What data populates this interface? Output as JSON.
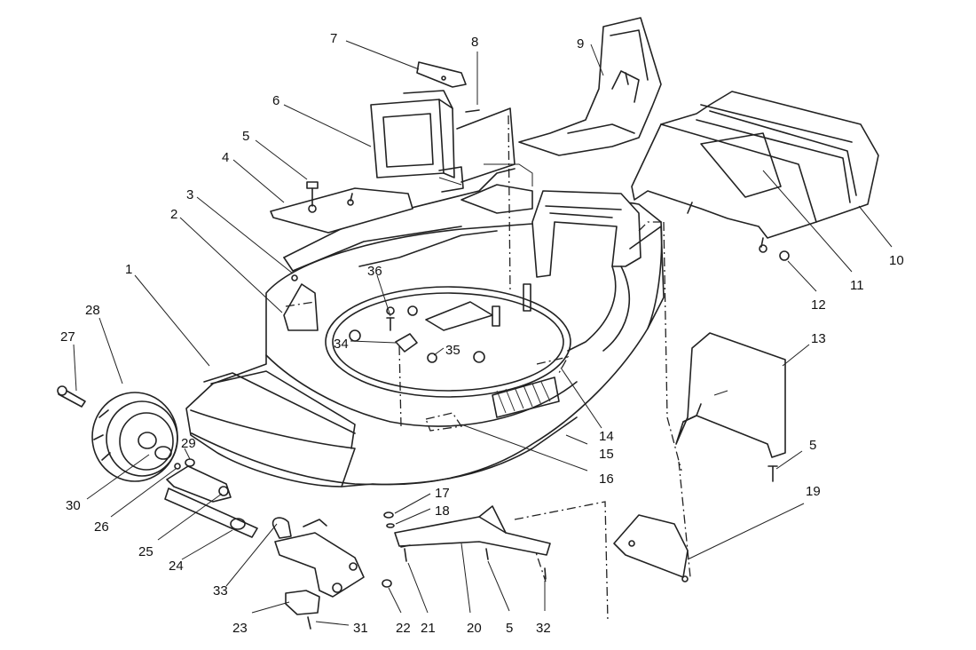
{
  "diagram": {
    "callouts": [
      {
        "id": "c1",
        "label": "1"
      },
      {
        "id": "c2",
        "label": "2"
      },
      {
        "id": "c3",
        "label": "3"
      },
      {
        "id": "c4",
        "label": "4"
      },
      {
        "id": "c5a",
        "label": "5"
      },
      {
        "id": "c6",
        "label": "6"
      },
      {
        "id": "c7",
        "label": "7"
      },
      {
        "id": "c8",
        "label": "8"
      },
      {
        "id": "c9",
        "label": "9"
      },
      {
        "id": "c10",
        "label": "10"
      },
      {
        "id": "c11",
        "label": "11"
      },
      {
        "id": "c12",
        "label": "12"
      },
      {
        "id": "c13",
        "label": "13"
      },
      {
        "id": "c14",
        "label": "14"
      },
      {
        "id": "c15",
        "label": "15"
      },
      {
        "id": "c16",
        "label": "16"
      },
      {
        "id": "c5b",
        "label": "5"
      },
      {
        "id": "c19",
        "label": "19"
      },
      {
        "id": "c17",
        "label": "17"
      },
      {
        "id": "c18",
        "label": "18"
      },
      {
        "id": "c20",
        "label": "20"
      },
      {
        "id": "c5c",
        "label": "5"
      },
      {
        "id": "c32",
        "label": "32"
      },
      {
        "id": "c21",
        "label": "21"
      },
      {
        "id": "c22",
        "label": "22"
      },
      {
        "id": "c31",
        "label": "31"
      },
      {
        "id": "c23",
        "label": "23"
      },
      {
        "id": "c33",
        "label": "33"
      },
      {
        "id": "c24",
        "label": "24"
      },
      {
        "id": "c25",
        "label": "25"
      },
      {
        "id": "c26",
        "label": "26"
      },
      {
        "id": "c30",
        "label": "30"
      },
      {
        "id": "c29",
        "label": "29"
      },
      {
        "id": "c27",
        "label": "27"
      },
      {
        "id": "c28",
        "label": "28"
      },
      {
        "id": "c36",
        "label": "36"
      },
      {
        "id": "c34",
        "label": "34"
      },
      {
        "id": "c35",
        "label": "35"
      }
    ]
  }
}
